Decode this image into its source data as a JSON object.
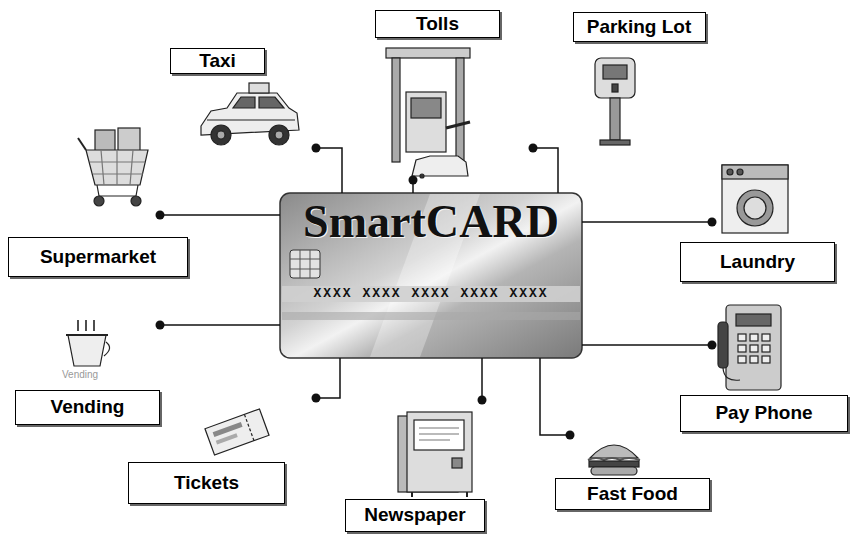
{
  "diagram": {
    "nodes": [
      {
        "text": [
          "SmartCARD",
          "XXXX XXXX XXXX XXXX XXXX"
        ]
      },
      {
        "text": [
          "Taxi"
        ]
      },
      {
        "text": [
          "Tolls"
        ]
      },
      {
        "text": [
          "Parking Lot"
        ]
      },
      {
        "text": [
          "Supermarket"
        ]
      },
      {
        "text": [
          "Laundry"
        ]
      },
      {
        "text": [
          "Vending"
        ]
      },
      {
        "text": [
          "Pay Phone"
        ]
      },
      {
        "text": [
          "Tickets"
        ]
      },
      {
        "text": [
          "Fast Food"
        ]
      },
      {
        "text": [
          "Newspaper"
        ]
      }
    ],
    "edges": [
      {
        "from": 0,
        "to": 1,
        "arrow": "none"
      },
      {
        "from": 0,
        "to": 2,
        "arrow": "none"
      },
      {
        "from": 0,
        "to": 3,
        "arrow": "none"
      },
      {
        "from": 0,
        "to": 4,
        "arrow": "none"
      },
      {
        "from": 0,
        "to": 5,
        "arrow": "none"
      },
      {
        "from": 0,
        "to": 6,
        "arrow": "none"
      },
      {
        "from": 0,
        "to": 7,
        "arrow": "none"
      },
      {
        "from": 0,
        "to": 8,
        "arrow": "none"
      },
      {
        "from": 0,
        "to": 9,
        "arrow": "none"
      },
      {
        "from": 0,
        "to": 10,
        "arrow": "none"
      }
    ],
    "labels": [
      "Vending"
    ]
  }
}
